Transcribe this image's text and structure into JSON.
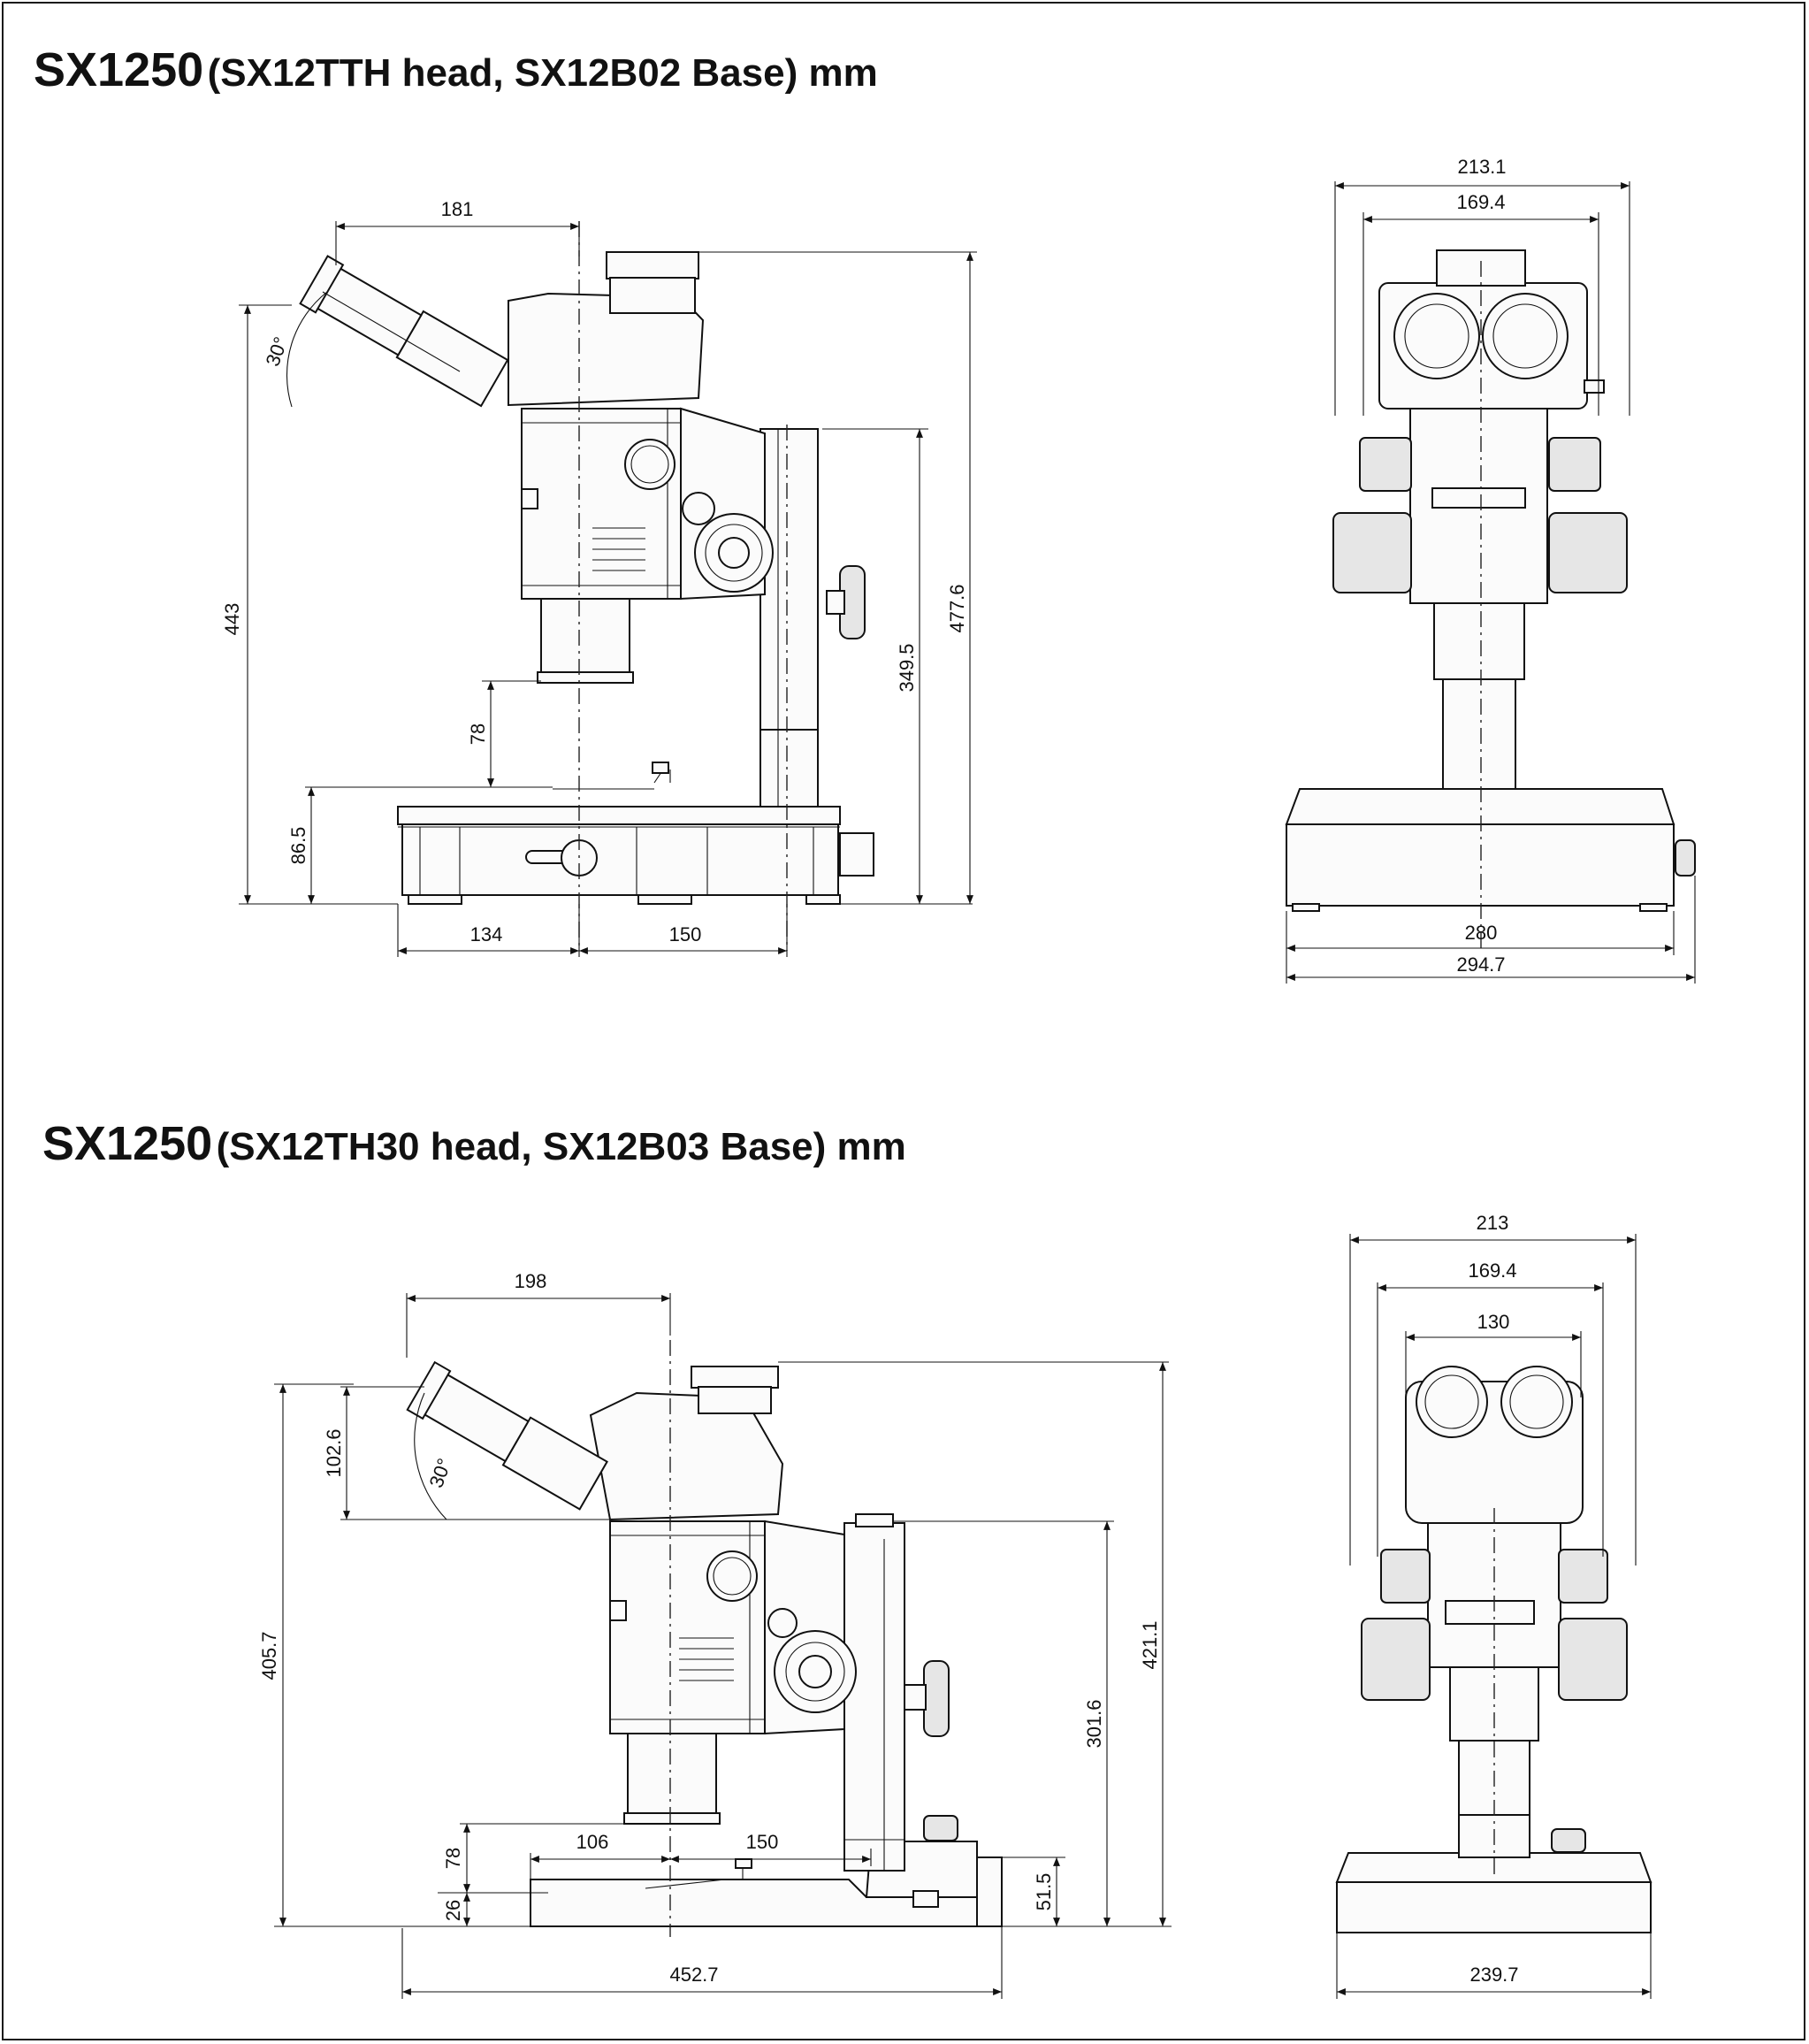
{
  "diagrams": [
    {
      "model": "SX1250",
      "config": "(SX12TTH head, SX12B02 Base) mm",
      "side_view_dims": [
        "181",
        "30°",
        "443",
        "78",
        "86.5",
        "134",
        "150",
        "349.5",
        "477.6"
      ],
      "front_view_dims": [
        "213.1",
        "169.4",
        "280",
        "294.7"
      ]
    },
    {
      "model": "SX1250",
      "config": "(SX12TH30 head, SX12B03 Base) mm",
      "side_view_dims": [
        "198",
        "102.6",
        "30°",
        "405.7",
        "78",
        "26",
        "106",
        "150",
        "452.7",
        "51.5",
        "301.6",
        "421.1"
      ],
      "front_view_dims": [
        "213",
        "169.4",
        "130",
        "239.7"
      ]
    }
  ]
}
